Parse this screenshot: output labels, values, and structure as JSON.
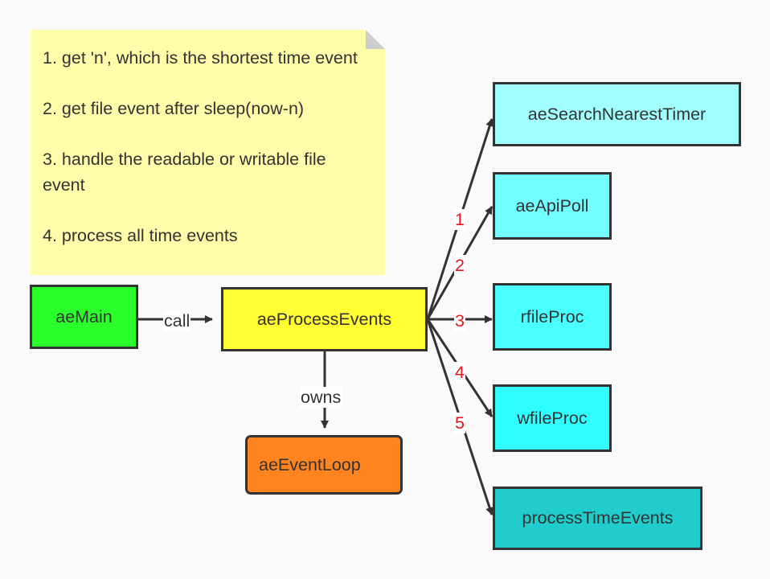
{
  "note": {
    "lines": [
      "1. get 'n', which is the shortest time event",
      "2. get file event after sleep(now-n)",
      "3. handle the readable or writable file event",
      "4. process all time events"
    ],
    "color": "#fffcaa"
  },
  "nodes": {
    "aeMain": {
      "label": "aeMain",
      "color": "#2bff2b"
    },
    "aeProcessEvents": {
      "label": "aeProcessEvents",
      "color": "#ffff33"
    },
    "aeEventLoop": {
      "label": "aeEventLoop",
      "color": "#ff8420"
    },
    "aeSearchNearestTimer": {
      "label": "aeSearchNearestTimer",
      "color": "#a2ffff"
    },
    "aeApiPoll": {
      "label": "aeApiPoll",
      "color": "#72ffff"
    },
    "rfileProc": {
      "label": "rfileProc",
      "color": "#49ffff"
    },
    "wfileProc": {
      "label": "wfileProc",
      "color": "#30ffff"
    },
    "processTimeEvents": {
      "label": "processTimeEvents",
      "color": "#21cccc"
    }
  },
  "edges": [
    {
      "from": "aeMain",
      "to": "aeProcessEvents",
      "label": "call"
    },
    {
      "from": "aeProcessEvents",
      "to": "aeEventLoop",
      "label": "owns"
    },
    {
      "from": "aeProcessEvents",
      "to": "aeSearchNearestTimer",
      "label": "1"
    },
    {
      "from": "aeProcessEvents",
      "to": "aeApiPoll",
      "label": "2"
    },
    {
      "from": "aeProcessEvents",
      "to": "rfileProc",
      "label": "3"
    },
    {
      "from": "aeProcessEvents",
      "to": "wfileProc",
      "label": "4"
    },
    {
      "from": "aeProcessEvents",
      "to": "processTimeEvents",
      "label": "5"
    }
  ],
  "colors": {
    "background": "#fafafa",
    "stroke": "#333333",
    "step_label": "#e8141b",
    "note_fold": "#cccccc"
  }
}
